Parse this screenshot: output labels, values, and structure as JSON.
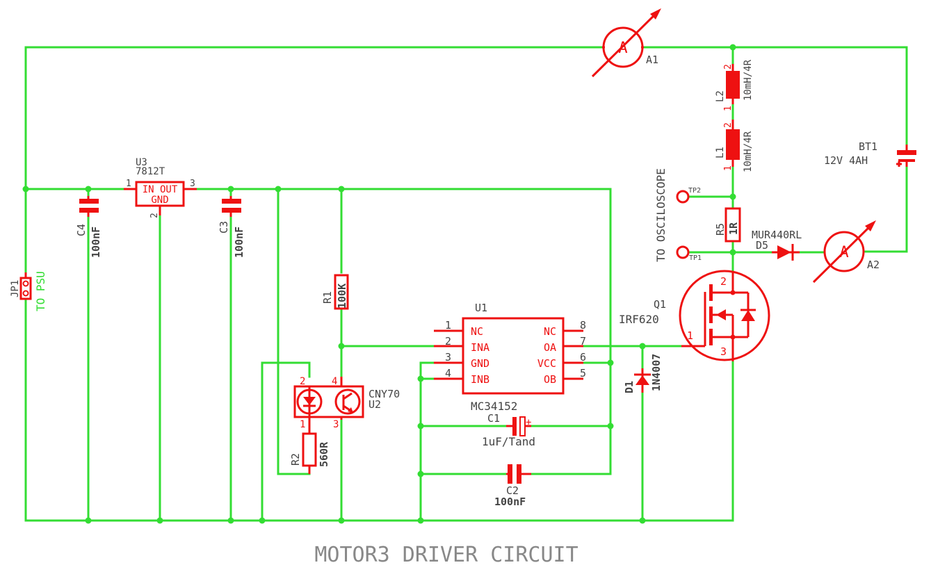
{
  "title": "MOTOR3 DRIVER CIRCUIT",
  "colors": {
    "wire": "#33dd33",
    "part": "#ee1111",
    "text": "#444444",
    "background": "#ffffff"
  },
  "components": {
    "a1": {
      "name": "A1"
    },
    "a2": {
      "name": "A2"
    },
    "l2": {
      "name": "L2",
      "value": "10mH/4R",
      "pin_top": "2",
      "pin_bottom": "1"
    },
    "l1": {
      "name": "L1",
      "value": "10mH/4R",
      "pin_top": "2",
      "pin_bottom": "1"
    },
    "bt1": {
      "name": "BT1",
      "value": "12V 4AH"
    },
    "u3": {
      "name": "U3",
      "value": "7812T",
      "label_in_out": "IN OUT",
      "label_gnd": "GND",
      "pin1": "1",
      "pin2": "2",
      "pin3": "3"
    },
    "c4": {
      "name": "C4",
      "value": "100nF"
    },
    "c3": {
      "name": "C3",
      "value": "100nF"
    },
    "jp1": {
      "name": "JP1",
      "label": "TO PSU"
    },
    "r1": {
      "name": "R1",
      "value": "100K"
    },
    "r2": {
      "name": "R2",
      "value": "560R"
    },
    "r5": {
      "name": "R5",
      "value": "1R"
    },
    "tp1": {
      "name": "TP1"
    },
    "tp2": {
      "name": "TP2"
    },
    "scope_label": "TO OSCILOSCOPE",
    "d5": {
      "name": "D5",
      "value": "MUR440RL"
    },
    "q1": {
      "name": "Q1",
      "value": "IRF620",
      "pin1": "1",
      "pin2": "2",
      "pin3": "3"
    },
    "d1": {
      "name": "D1",
      "value": "1N4007"
    },
    "u1": {
      "name": "U1",
      "value": "MC34152",
      "left_pins": [
        {
          "num": "1",
          "label": "NC"
        },
        {
          "num": "2",
          "label": "INA"
        },
        {
          "num": "3",
          "label": "GND"
        },
        {
          "num": "4",
          "label": "INB"
        }
      ],
      "right_pins": [
        {
          "num": "8",
          "label": "NC"
        },
        {
          "num": "7",
          "label": "OA"
        },
        {
          "num": "6",
          "label": "VCC"
        },
        {
          "num": "5",
          "label": "OB"
        }
      ]
    },
    "c1": {
      "name": "C1",
      "value": "1uF/Tand",
      "plus": "+"
    },
    "c2": {
      "name": "C2",
      "value": "100nF"
    },
    "u2": {
      "name": "U2",
      "value": "CNY70",
      "pin1": "1",
      "pin2": "2",
      "pin3": "3",
      "pin4": "4"
    }
  }
}
